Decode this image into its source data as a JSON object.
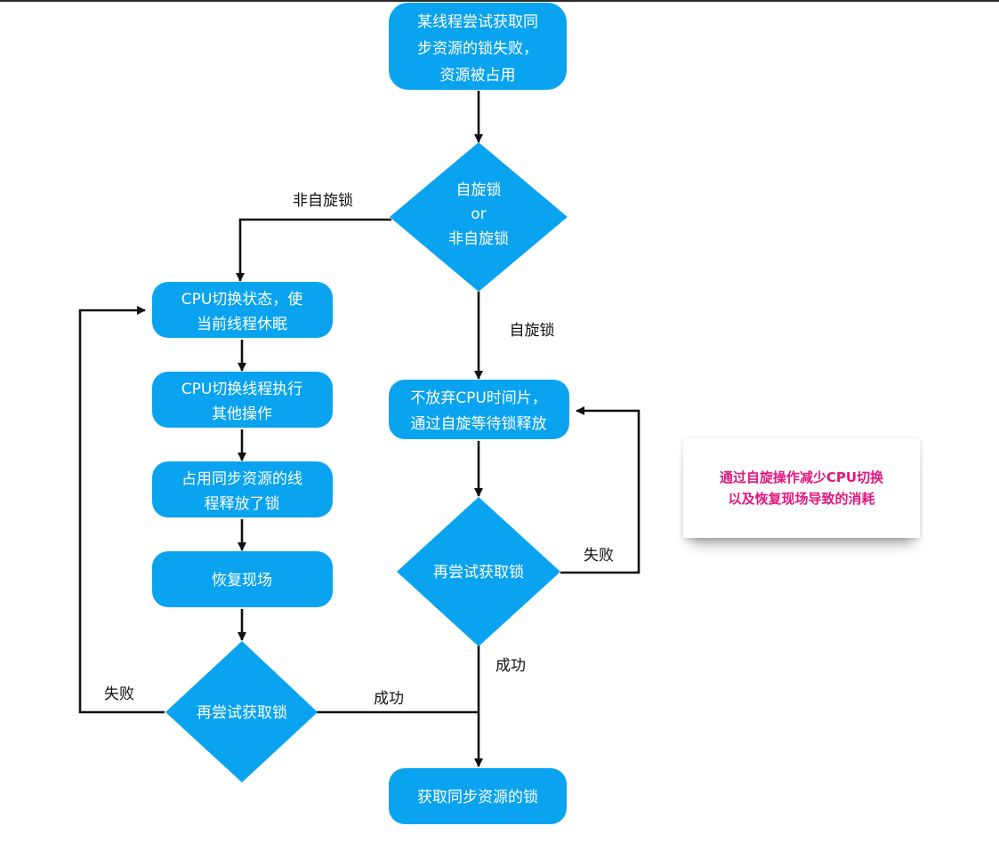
{
  "nodes": {
    "start": [
      "某线程尝试获取同",
      "步资源的锁失败，",
      "资源被占用"
    ],
    "decision_type": [
      "自旋锁",
      "or",
      "非自旋锁"
    ],
    "cpu_switch_sleep": [
      "CPU切换状态，使",
      "当前线程休眠"
    ],
    "cpu_switch_other": [
      "CPU切换线程执行",
      "其他操作"
    ],
    "holder_release": [
      "占用同步资源的线",
      "程释放了锁"
    ],
    "restore": [
      "恢复现场"
    ],
    "retry_left": [
      "再尝试获取锁"
    ],
    "spin_wait": [
      "不放弃CPU时间片，",
      "通过自旋等待锁释放"
    ],
    "retry_right": [
      "再尝试获取锁"
    ],
    "acquired": [
      "获取同步资源的锁"
    ]
  },
  "edge_labels": {
    "non_spin": "非自旋锁",
    "spin": "自旋锁",
    "right_fail": "失败",
    "right_success": "成功",
    "left_fail": "失败",
    "left_success": "成功"
  },
  "note": [
    "通过自旋操作减少CPU切换",
    "以及恢复现场导致的消耗"
  ],
  "colors": {
    "node": "#0aa3ef",
    "note_text": "#e2167f",
    "edge": "#111111"
  }
}
